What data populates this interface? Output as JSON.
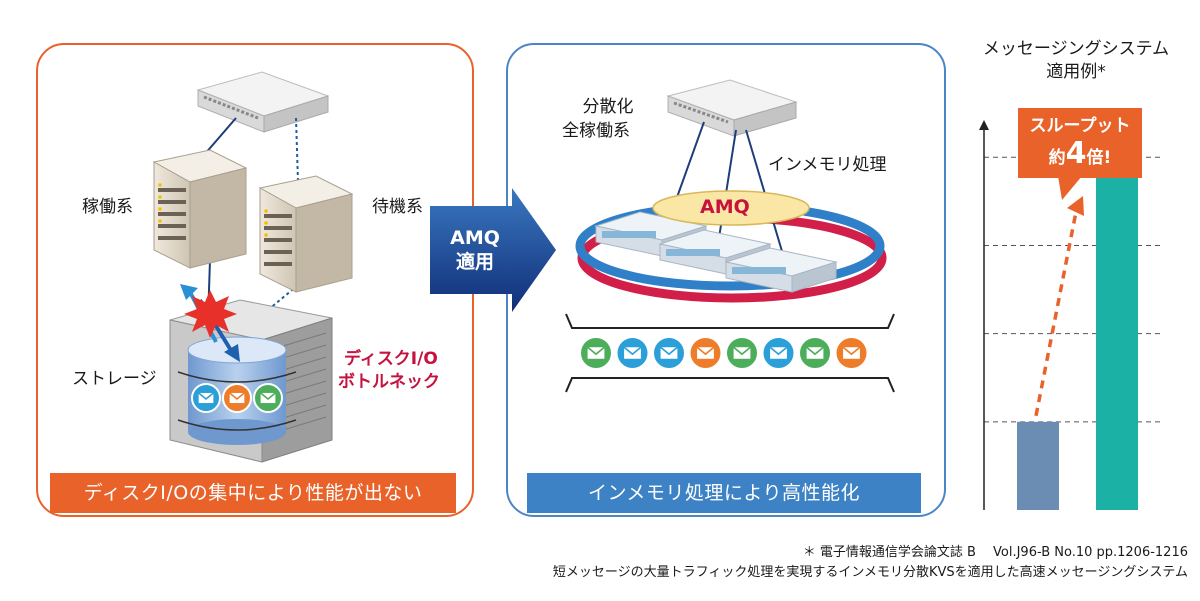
{
  "left_panel": {
    "active_label": "稼働系",
    "standby_label": "待機系",
    "storage_label": "ストレージ",
    "bottleneck_line1": "ディスクI/O",
    "bottleneck_line2": "ボトルネック",
    "caption": "ディスクI/Oの集中により性能が出ない"
  },
  "transition": {
    "line1": "AMQ",
    "line2": "適用"
  },
  "right_panel": {
    "distributed_line1": "分散化",
    "distributed_line2": "全稼働系",
    "inmemory_label": "インメモリ処理",
    "amq_label": "AMQ",
    "caption": "インメモリ処理により高性能化"
  },
  "chart": {
    "title_line1": "メッセージングシステム",
    "title_line2": "適用例*",
    "callout_line1": "スループット",
    "callout_prefix": "約",
    "callout_number": "4",
    "callout_suffix": "倍!"
  },
  "chart_data": {
    "type": "bar",
    "categories": [
      "",
      ""
    ],
    "values": [
      1,
      4
    ],
    "colors": [
      "#6b8db3",
      "#1bb1a5"
    ],
    "ylim": [
      0,
      4.4
    ],
    "grid": "dashed horizontal",
    "xlabel": "",
    "ylabel": ""
  },
  "footnote": {
    "line1": "＊ 電子情報通信学会論文誌 B　 Vol.J96-B No.10 pp.1206-1216",
    "line2": "短メッセージの大量トラフィック処理を実現するインメモリ分散KVSを適用した高速メッセージングシステム"
  },
  "colors": {
    "orange": "#e8622a",
    "blue": "#3c82c4",
    "red": "#c6123e",
    "msg_green": "#4cae5a",
    "msg_blue": "#2b9fd8",
    "msg_orange": "#ee7d2b"
  },
  "messages_right": [
    "green",
    "blue",
    "blue",
    "orange",
    "green",
    "blue",
    "green",
    "orange"
  ],
  "messages_left": [
    "blue",
    "orange",
    "green"
  ]
}
